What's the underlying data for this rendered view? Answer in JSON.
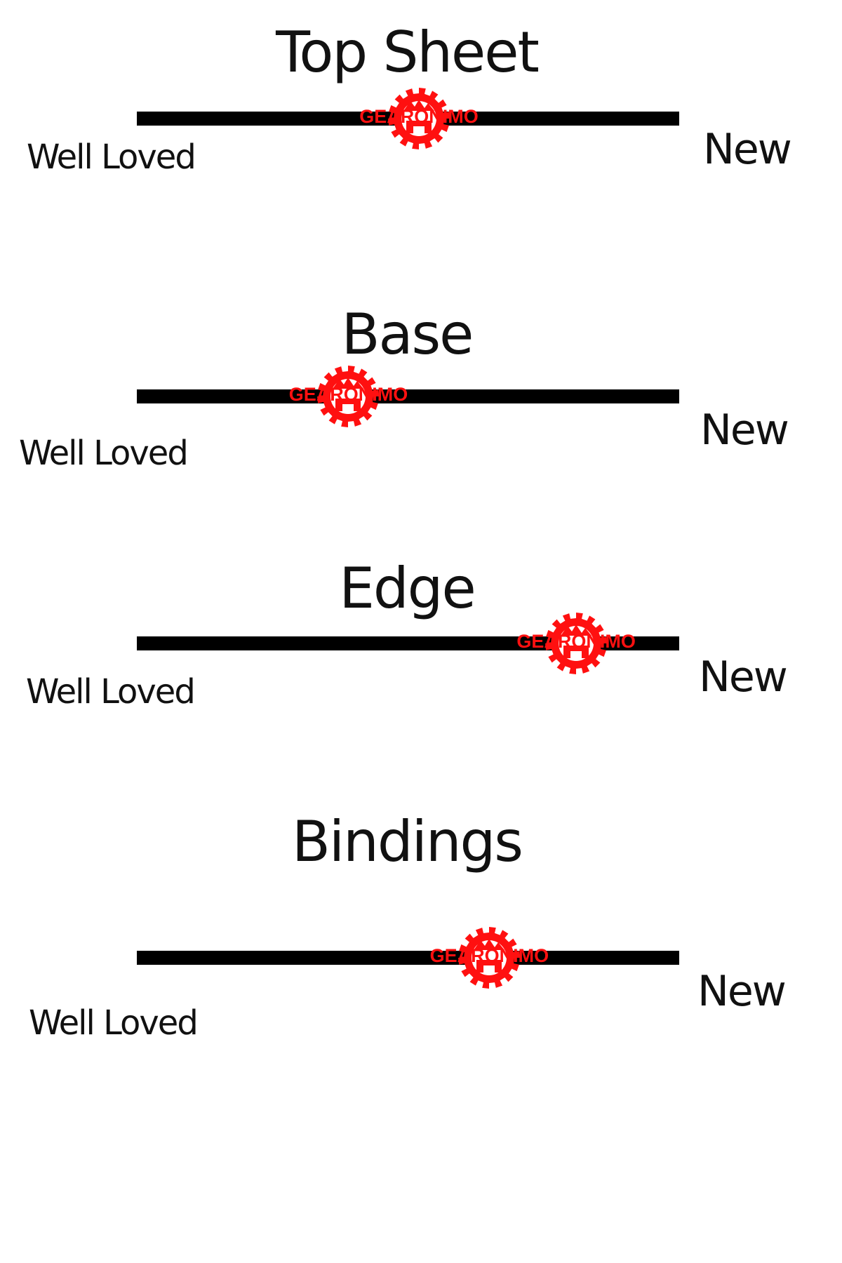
{
  "sections": [
    {
      "title": "Top Sheet",
      "left_label": "Well Loved",
      "right_label": "New",
      "rating": 0.52
    },
    {
      "title": "Base",
      "left_label": "Well Loved",
      "right_label": "New",
      "rating": 0.39
    },
    {
      "title": "Edge",
      "left_label": "Well Loved",
      "right_label": "New",
      "rating": 0.81
    },
    {
      "title": "Bindings",
      "left_label": "Well Loved",
      "right_label": "New",
      "rating": 0.65
    }
  ],
  "watermark": {
    "brand": "GEARONIMO",
    "color": "#ff1010",
    "icon": "gear-mountain-logo-icon"
  }
}
